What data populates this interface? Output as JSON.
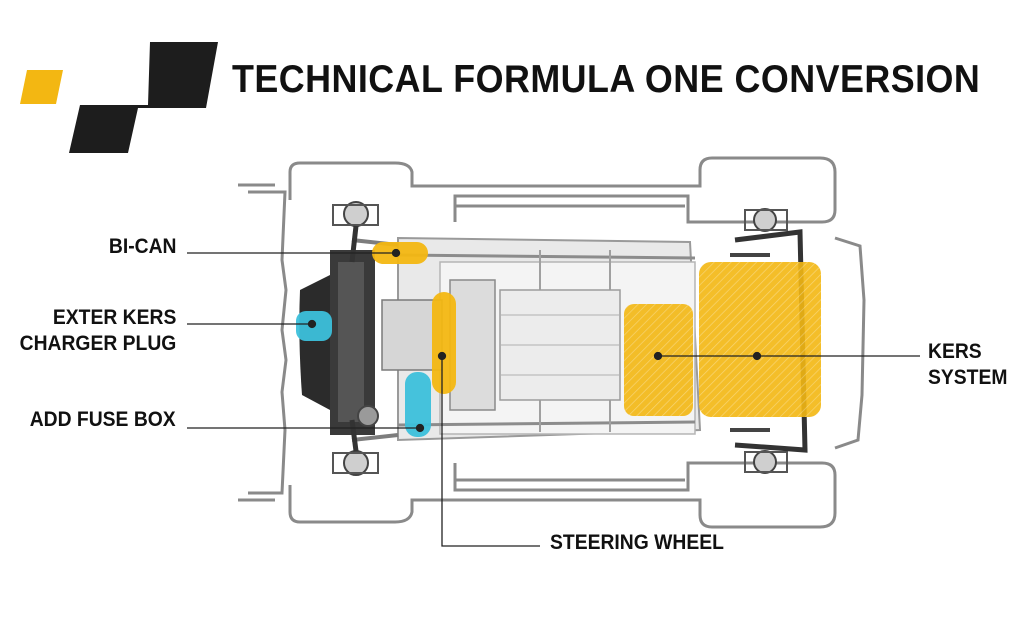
{
  "header": {
    "title": "TECHNICAL FORMULA ONE CONVERSION"
  },
  "colors": {
    "accent_yellow": "#f3b712",
    "highlight_cyan": "#3cc0db",
    "logo_dark": "#1d1d1d",
    "outline_grey": "#8a8a8a"
  },
  "icons": {
    "logo": "checkered-flag-logo-icon"
  },
  "callouts": {
    "bi_can": "BI-CAN",
    "exter_kers_line1": "EXTER KERS",
    "exter_kers_line2": "CHARGER PLUG",
    "add_fuse_box": "ADD FUSE BOX",
    "kers_line1": "KERS",
    "kers_line2": "SYSTEM",
    "steering_wheel": "STEERING WHEEL"
  }
}
